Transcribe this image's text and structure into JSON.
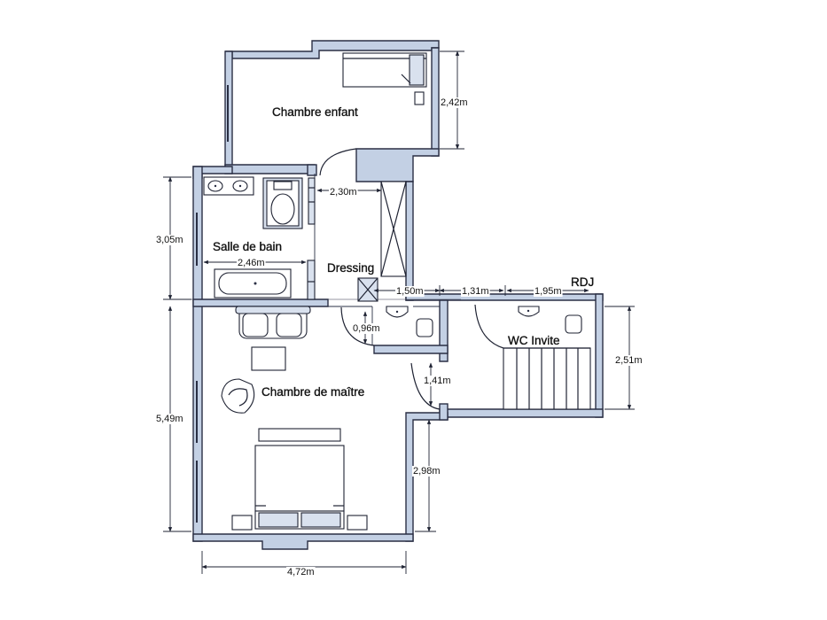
{
  "rooms": {
    "chambre_enfant": "Chambre enfant",
    "salle_de_bain": "Salle de bain",
    "dressing": "Dressing",
    "chambre_de_maitre": "Chambre de maître",
    "wc_invite": "WC Invite",
    "rdj": "RDJ"
  },
  "dimensions": {
    "enfant_height": "2,42m",
    "corridor_width": "2,30m",
    "bath_height": "3,05m",
    "bath_width": "2,46m",
    "wc_width": "1,50m",
    "stair_width": "1,31m",
    "wcinv_width": "1,95m",
    "wc_depth": "0,96m",
    "wcinv_height": "2,51m",
    "door_passage": "1,41m",
    "master_height": "5,49m",
    "master_notch": "2,98m",
    "master_width": "4,72m"
  },
  "colors": {
    "wall": "#c3d0e4",
    "ink": "#1f2333"
  }
}
